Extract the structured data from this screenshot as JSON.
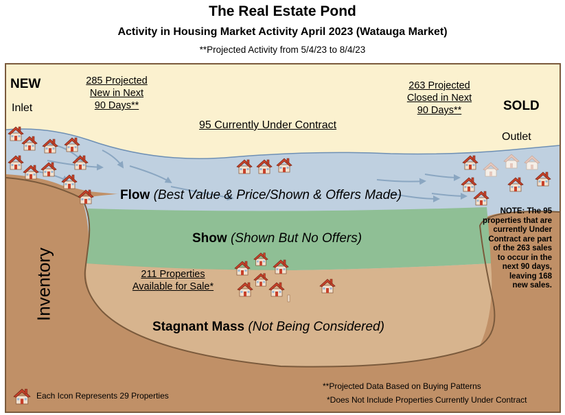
{
  "header": {
    "title": "The Real Estate Pond",
    "subtitle": "Activity in Housing Market Activity April 2023 (Watauga Market)",
    "projection_note": "**Projected Activity from 5/4/23 to 8/4/23"
  },
  "inlet": {
    "heading": "NEW",
    "label": "Inlet",
    "projected": [
      "285 Projected",
      "New in Next",
      "90 Days**"
    ]
  },
  "outlet": {
    "heading": "SOLD",
    "label": "Outlet",
    "projected": [
      "263 Projected",
      "Closed in Next",
      "90 Days**"
    ]
  },
  "under_contract": "95 Currently Under Contract",
  "zones": {
    "flow": {
      "name": "Flow",
      "desc": "(Best Value & Price/Shown & Offers Made)"
    },
    "show": {
      "name": "Show",
      "desc": "(Shown But No Offers)"
    },
    "stagnant": {
      "name": "Stagnant Mass",
      "desc": "(Not Being Considered)"
    }
  },
  "inventory": {
    "label": "Inventory",
    "available": [
      "211 Properties",
      "Available for Sale*"
    ]
  },
  "side_note": [
    "NOTE: The 95",
    "properties that are",
    "currently Under",
    "Contract are part",
    "of the 263 sales",
    "to occur in the",
    "next 90 days,",
    "leaving 168",
    "new sales."
  ],
  "legend": {
    "icon": "house-icon",
    "text": "Each Icon Represents 29 Properties"
  },
  "footnotes": [
    "**Projected Data Based on Buying Patterns",
    "*Does Not Include Properties Currently Under Contract"
  ],
  "colors": {
    "sky": "#fbf1cf",
    "water": "#bfd0e0",
    "show_band": "#8fbf95",
    "mud": "#d7b48e",
    "earth": "#c09067",
    "house_roof": "#c8412a",
    "house_wall": "#f2e2cf"
  }
}
